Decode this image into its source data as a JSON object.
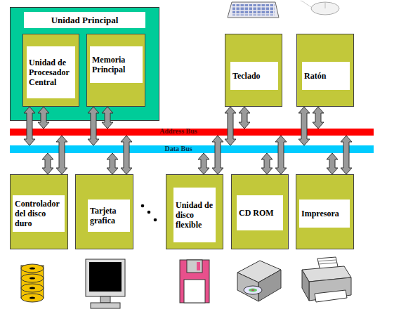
{
  "diagram": {
    "nodes": [
      {
        "text": [
          "Unidad Principal"
        ]
      },
      {
        "text": [
          "Unidad de Procesador Central"
        ],
        "in": 0
      },
      {
        "text": [
          "Memoria Principal"
        ],
        "in": 0
      },
      {
        "text": [
          "Teclado"
        ]
      },
      {
        "text": [
          "Ratón"
        ]
      },
      {
        "text": [
          "Address Bus"
        ]
      },
      {
        "text": [
          "Data Bus"
        ]
      },
      {
        "text": [
          "Controlador del disco duro"
        ]
      },
      {
        "text": [
          "Tarjeta grafica"
        ]
      },
      {
        "text": [
          "Unidad de disco flexible"
        ]
      },
      {
        "text": [
          "CD ROM"
        ]
      },
      {
        "text": [
          "Impresora"
        ]
      }
    ],
    "edges": [
      {
        "from": 1,
        "to": 5,
        "arrow": "both"
      },
      {
        "from": 1,
        "to": 6,
        "arrow": "both"
      },
      {
        "from": 2,
        "to": 5,
        "arrow": "both"
      },
      {
        "from": 2,
        "to": 6,
        "arrow": "both"
      },
      {
        "from": 3,
        "to": 5,
        "arrow": "both"
      },
      {
        "from": 3,
        "to": 6,
        "arrow": "both"
      },
      {
        "from": 4,
        "to": 5,
        "arrow": "both"
      },
      {
        "from": 4,
        "to": 6,
        "arrow": "both"
      },
      {
        "from": 7,
        "to": 5,
        "arrow": "both"
      },
      {
        "from": 7,
        "to": 6,
        "arrow": "both"
      },
      {
        "from": 8,
        "to": 5,
        "arrow": "both"
      },
      {
        "from": 8,
        "to": 6,
        "arrow": "both"
      },
      {
        "from": 9,
        "to": 5,
        "arrow": "both"
      },
      {
        "from": 9,
        "to": 6,
        "arrow": "both"
      },
      {
        "from": 10,
        "to": 5,
        "arrow": "both"
      },
      {
        "from": 10,
        "to": 6,
        "arrow": "both"
      },
      {
        "from": 11,
        "to": 5,
        "arrow": "both"
      },
      {
        "from": 11,
        "to": 6,
        "arrow": "both"
      }
    ]
  }
}
